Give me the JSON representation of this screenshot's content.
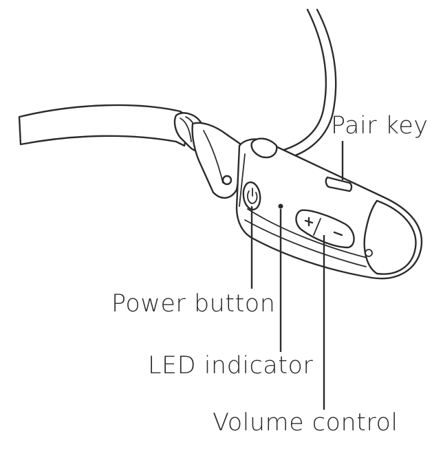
{
  "labels": {
    "pair_key": "Pair key",
    "power_button": "Power button",
    "led_indicator": "LED indicator",
    "volume_control": "Volume control"
  },
  "button_glyphs": {
    "volume_up": "+",
    "volume_down": "−"
  },
  "colors": {
    "line": "#2b2b2b",
    "background": "#ffffff"
  }
}
